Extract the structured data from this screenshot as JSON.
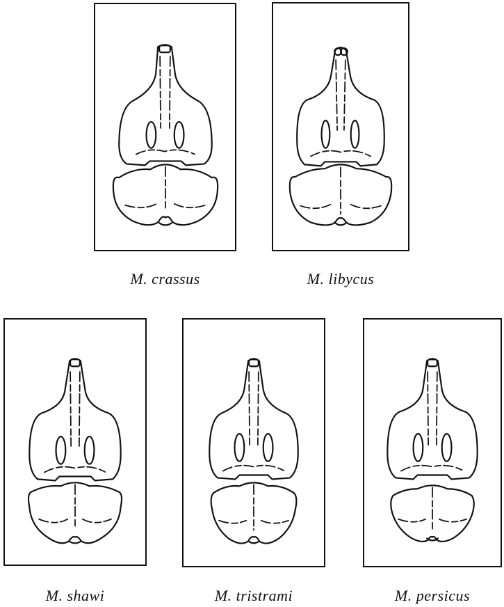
{
  "figure": {
    "panels": [
      {
        "id": "crassus",
        "caption": "M. crassus",
        "icon": "skull-dorsal-view"
      },
      {
        "id": "libycus",
        "caption": "M. libycus",
        "icon": "skull-dorsal-view"
      },
      {
        "id": "shawi",
        "caption": "M. shawi",
        "icon": "skull-dorsal-view"
      },
      {
        "id": "tristrami",
        "caption": "M. tristrami",
        "icon": "skull-dorsal-view"
      },
      {
        "id": "persicus",
        "caption": "M. persicus",
        "icon": "skull-dorsal-view"
      }
    ],
    "line_color": "#111111",
    "background_color": "#ffffff"
  }
}
